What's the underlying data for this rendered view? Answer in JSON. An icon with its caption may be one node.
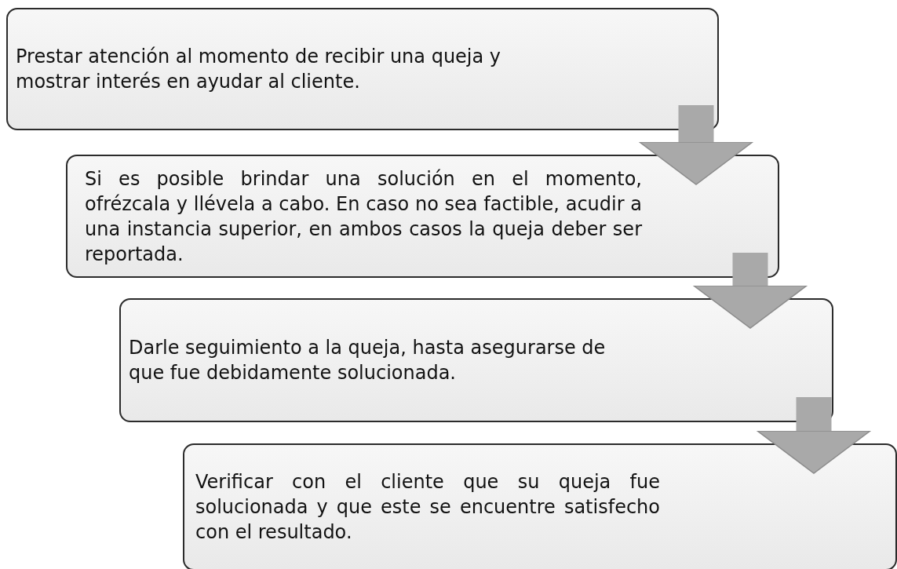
{
  "diagram": {
    "nodes": [
      {
        "text": [
          "Prestar atención al momento de recibir una queja y mostrar interés en ayudar al cliente."
        ]
      },
      {
        "text": [
          "Si es posible brindar una solución en el momento, ofrézcala y llévela a cabo. En caso no sea factible, acudir a una instancia superior, en ambos casos la queja deber ser reportada."
        ]
      },
      {
        "text": [
          "Darle seguimiento a la queja, hasta asegurarse de que fue debidamente solucionada."
        ]
      },
      {
        "text": [
          "Verificar con el cliente que su queja fue solucionada y que este se encuentre  satisfecho con el resultado."
        ]
      }
    ],
    "edges": [
      {
        "from": 0,
        "to": 1,
        "arrow": "to"
      },
      {
        "from": 1,
        "to": 2,
        "arrow": "to"
      },
      {
        "from": 2,
        "to": 3,
        "arrow": "to"
      }
    ]
  }
}
